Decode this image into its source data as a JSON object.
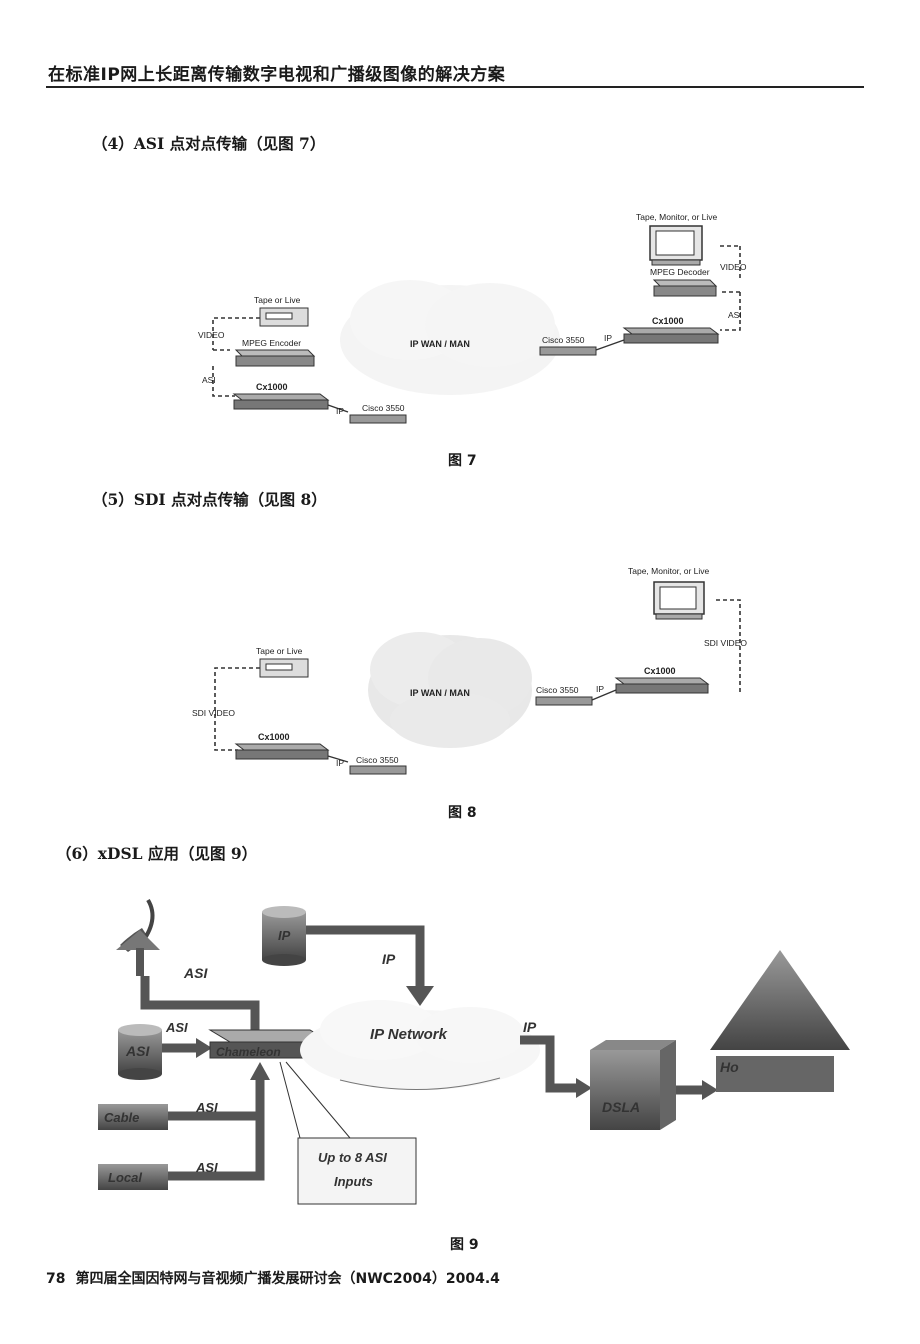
{
  "header": {
    "title": "在标准IP网上长距离传输数字电视和广播级图像的解决方案"
  },
  "sections": [
    {
      "heading": "（4）ASI 点对点传输（见图 7）"
    },
    {
      "heading": "（5）SDI 点对点传输（见图 8）"
    },
    {
      "heading": "（6）xDSL 应用（见图 9）"
    }
  ],
  "fig7": {
    "caption": "图 7",
    "left": {
      "source": "Tape or Live",
      "video": "VIDEO",
      "encoder": "MPEG Encoder",
      "asi": "ASI",
      "cx": "Cx1000",
      "ip": "IP",
      "cisco": "Cisco 3550"
    },
    "cloud": "IP WAN / MAN",
    "right": {
      "dest": "Tape, Monitor, or Live",
      "decoder": "MPEG Decoder",
      "video": "VIDEO",
      "asi": "ASI",
      "cx": "Cx1000",
      "ip": "IP",
      "cisco": "Cisco 3550"
    }
  },
  "fig8": {
    "caption": "图 8",
    "left": {
      "source": "Tape or Live",
      "sdi": "SDI VIDEO",
      "cx": "Cx1000",
      "ip": "IP",
      "cisco": "Cisco 3550"
    },
    "cloud": "IP WAN / MAN",
    "right": {
      "dest": "Tape, Monitor, or Live",
      "sdi": "SDI VIDEO",
      "cx": "Cx1000",
      "ip": "IP",
      "cisco": "Cisco 3550"
    }
  },
  "fig9": {
    "caption": "图 9",
    "asi_top": "ASI",
    "asi_mid": "ASI",
    "asi_cable": "ASI",
    "asi_local": "ASI",
    "ip_db": "IP",
    "ip_label_top": "IP",
    "ip_label_right": "IP",
    "asi_db": "ASI",
    "chameleon": "Chameleon",
    "cloud": "IP Network",
    "cable": "Cable",
    "local": "Local",
    "inputs_line1": "Up to 8 ASI",
    "inputs_line2": "Inputs",
    "dslam": "DSLA",
    "home": "Ho"
  },
  "footer": {
    "page": "78",
    "text": "第四届全国因特网与音视频广播发展研讨会（NWC2004）2004.4"
  }
}
